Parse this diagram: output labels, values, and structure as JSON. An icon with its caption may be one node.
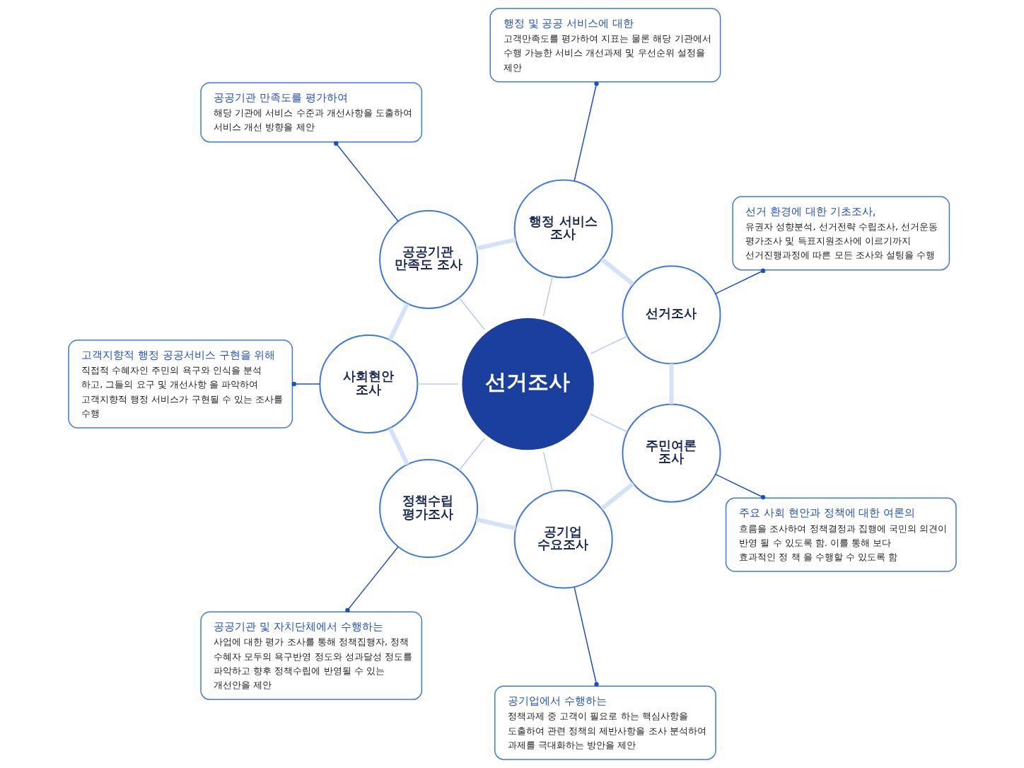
{
  "diagram": {
    "nodes": [
      {
        "text": [
          "선거조사"
        ]
      },
      {
        "text": [
          "선거조사"
        ]
      },
      {
        "text": [
          "행정 서비스 조사"
        ]
      },
      {
        "text": [
          "공공기관 만족도 조사"
        ]
      },
      {
        "text": [
          "사회현안 조사"
        ]
      },
      {
        "text": [
          "정책수립 평가조사"
        ]
      },
      {
        "text": [
          "공기업 수요조사"
        ]
      },
      {
        "text": [
          "주민여론 조사"
        ]
      },
      {
        "text": [
          "선거 환경에 대한 기초조사,",
          "유권자 성향분석, 선거전략 수립조사, 선거운동 평가조사 및 득표지원조사에 이르기까지 선거진행과정에 따른 모든 조사와 설팅을 수행"
        ]
      },
      {
        "text": [
          "행정 및 공공 서비스에 대한",
          "고객만족도를 평가하여 지표는 물론 해당 기관에서 수행 가능한 서비스 개선과제 및 우선순위 설정을 제안"
        ]
      },
      {
        "text": [
          "공공기관 만족도를 평가하여",
          "해당 기관에 서비스 수준과 개선사항을 도출하여 서비스 개선 방향을 제안"
        ]
      },
      {
        "text": [
          "고객지향적 행정 공공서비스 구현을 위해",
          "직접적 수혜자인 주민의 욕구와 인식을 분석 하고, 그들의 요구 및 개선사항 을 파악하여 고객지향적 행정 서비스가 구현될 수 있는 조사를 수행"
        ]
      },
      {
        "text": [
          "공공기관 및 자치단체에서 수행하는",
          "사업에 대한 평가 조사를 통해 정책집행자, 정책 수혜자 모두의 욕구반영 정도와 성과달성 정도를 파악하고 향후 정책수립에 반영될 수 있는 개선안을 제안"
        ]
      },
      {
        "text": [
          "공기업에서 수행하는",
          "정책과제 중 고객이 필요로 하는 핵심사항을 도출하여 관련 정책의 제반사항을 조사 분석하여 과제를 극대화하는 방안을 제안"
        ]
      },
      {
        "text": [
          "주요 사회 현안과 정책에 대한 여론의",
          "흐름을 조사하여 정책결정과 집행에 국민의 의견이 반영 될 수 있도록 함. 이를 통해 보다 효과적인 정 책 을 수행할 수 있도록 함"
        ]
      }
    ],
    "edges": [
      {
        "from": 0,
        "to": 1,
        "arrow": "none",
        "color": "#b8cbee"
      },
      {
        "from": 0,
        "to": 2,
        "arrow": "none",
        "color": "#b8cbee"
      },
      {
        "from": 0,
        "to": 3,
        "arrow": "none",
        "color": "#b8cbee"
      },
      {
        "from": 0,
        "to": 4,
        "arrow": "none",
        "color": "#b8cbee"
      },
      {
        "from": 0,
        "to": 5,
        "arrow": "none",
        "color": "#b8cbee"
      },
      {
        "from": 0,
        "to": 6,
        "arrow": "none",
        "color": "#b8cbee"
      },
      {
        "from": 0,
        "to": 7,
        "arrow": "none",
        "color": "#b8cbee"
      },
      {
        "from": 1,
        "to": 2,
        "arrow": "none",
        "style": "thick",
        "color": "#d3e2f8"
      },
      {
        "from": 2,
        "to": 3,
        "arrow": "none",
        "style": "thick",
        "color": "#d3e2f8"
      },
      {
        "from": 3,
        "to": 4,
        "arrow": "none",
        "style": "thick",
        "color": "#d3e2f8"
      },
      {
        "from": 4,
        "to": 5,
        "arrow": "none",
        "style": "thick",
        "color": "#d3e2f8"
      },
      {
        "from": 5,
        "to": 6,
        "arrow": "none",
        "style": "thick",
        "color": "#d3e2f8"
      },
      {
        "from": 6,
        "to": 7,
        "arrow": "none",
        "style": "thick",
        "color": "#d3e2f8"
      },
      {
        "from": 7,
        "to": 1,
        "arrow": "none",
        "style": "thick",
        "color": "#d3e2f8"
      },
      {
        "from": 1,
        "to": 8,
        "arrow": "other",
        "color": "#1d4fc4"
      },
      {
        "from": 2,
        "to": 9,
        "arrow": "other",
        "color": "#1d4fc4"
      },
      {
        "from": 3,
        "to": 10,
        "arrow": "other",
        "color": "#1d4fc4"
      },
      {
        "from": 4,
        "to": 11,
        "arrow": "other",
        "color": "#1d4fc4"
      },
      {
        "from": 5,
        "to": 12,
        "arrow": "other",
        "color": "#1d4fc4"
      },
      {
        "from": 6,
        "to": 13,
        "arrow": "other",
        "color": "#1d4fc4"
      },
      {
        "from": 7,
        "to": 14,
        "arrow": "other",
        "color": "#1d4fc4"
      }
    ]
  }
}
